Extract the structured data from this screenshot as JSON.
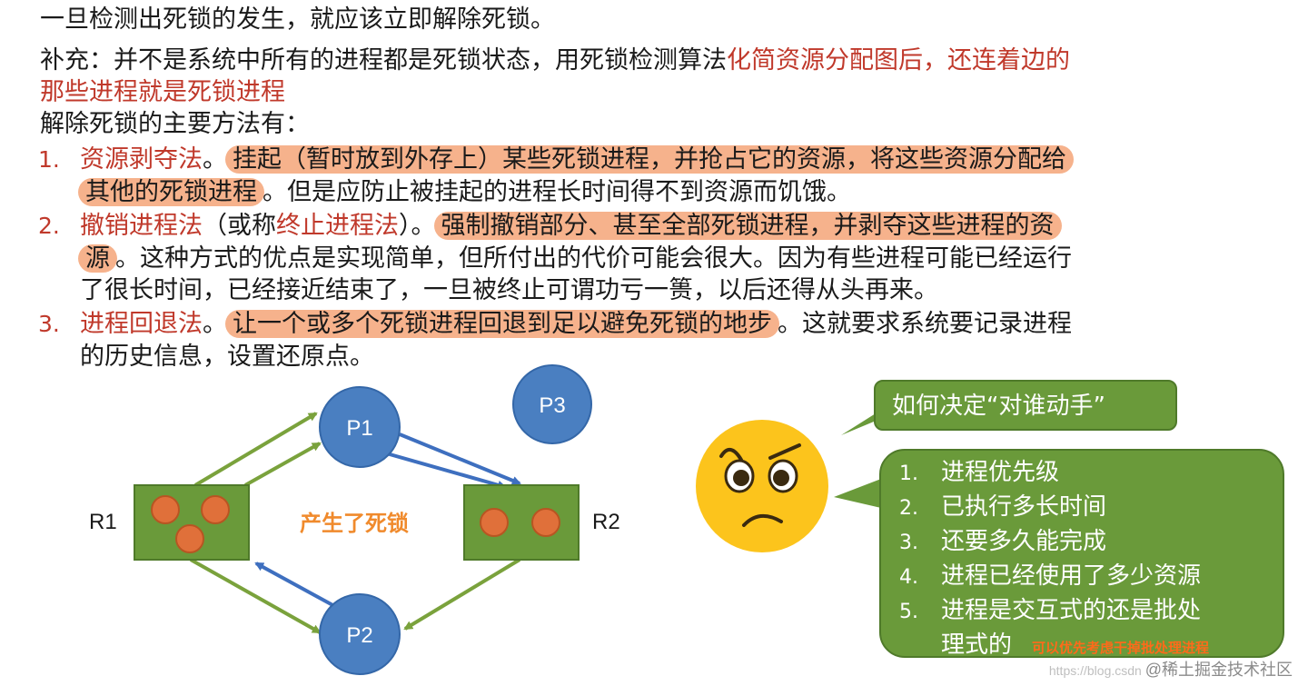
{
  "text": {
    "intro": "一旦检测出死锁的发生，就应该立即解除死锁。",
    "supp_pre": "补充：并不是系统中所有的进程都是死锁状态，用死锁检测算法",
    "supp_red1": "化简资源分配图后，还连着边的",
    "supp_red2": "那些进程就是死锁进程",
    "methods_title": "解除死锁的主要方法有：",
    "m1_num": "1.",
    "m1_name": "资源剥夺法",
    "m1_dot": "。",
    "m1_hl1": "挂起（暂时放到外存上）某些死锁进程，并抢占它的资源，将这些资源分配给",
    "m1_hl2": "其他的死锁进程",
    "m1_rest": "。但是应防止被挂起的进程长时间得不到资源而饥饿。",
    "m2_num": "2.",
    "m2_name": "撤销进程法",
    "m2_paren_a": "（或称",
    "m2_alias": "终止进程法",
    "m2_paren_b": "）。",
    "m2_hl1": "强制撤销部分、甚至全部死锁进程，并剥夺这些进程的资",
    "m2_hl2": "源",
    "m2_rest": "。这种方式的优点是实现简单，但所付出的代价可能会很大。因为有些进程可能已经运行",
    "m2_line3": "了很长时间，已经接近结束了，一旦被终止可谓功亏一篑，以后还得从头再来。",
    "m3_num": "3.",
    "m3_name": "进程回退法",
    "m3_dot": "。",
    "m3_hl": "让一个或多个死锁进程回退到足以避免死锁的地步",
    "m3_rest": "。这就要求系统要记录进程",
    "m3_line2": "的历史信息，设置还原点。"
  },
  "diagram": {
    "p1": "P1",
    "p2": "P2",
    "p3": "P3",
    "r1": "R1",
    "r2": "R2",
    "deadlock_label": "产生了死锁"
  },
  "bubbles": {
    "question": "如何决定“对谁动手”",
    "items": [
      {
        "n": "1.",
        "text": "进程优先级"
      },
      {
        "n": "2.",
        "text": "已执行多长时间"
      },
      {
        "n": "3.",
        "text": "还要多久能完成"
      },
      {
        "n": "4.",
        "text": "进程已经使用了多少资源"
      },
      {
        "n": "5.",
        "text": "进程是交互式的还是批处"
      }
    ],
    "item5_cont": "理式的",
    "note": "可以优先考虑干掉批处理进程"
  },
  "watermark": {
    "url": "https://blog.csdn",
    "brand": "@稀土掘金技术社区"
  },
  "colors": {
    "highlight": "#f6b28c",
    "accent_red": "#c0392b",
    "process_blue": "#4a7fc1",
    "resource_green": "#6a9a3a",
    "dot_orange": "#e0703a",
    "arrow_green": "#7aa23c",
    "arrow_blue": "#3e6fbf",
    "label_orange": "#f08a2c",
    "face_yellow": "#fcc41c"
  }
}
